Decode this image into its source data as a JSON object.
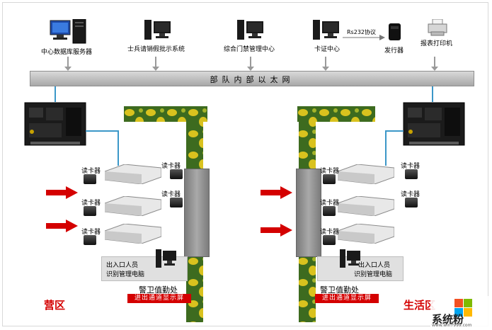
{
  "network": {
    "bus_label": "部队内部以太网"
  },
  "top_nodes": {
    "db_server": "中心数据库服务器",
    "leave_system": "士兵请销假批示系统",
    "access_center": "综合门禁管理中心",
    "card_center": "卡证中心",
    "issuer": "发行器",
    "rs232": "Rs232协议",
    "printer": "报表打印机"
  },
  "left_site": {
    "reader_labels": [
      "读卡器",
      "读卡器",
      "读卡器",
      "读卡器",
      "读卡器"
    ],
    "pc_label_line1": "出入口人员",
    "pc_label_line2": "识别管理电脑",
    "duty_label": "警卫值勤处",
    "sign_label": "进出通道显示屏",
    "zone_label": "营区"
  },
  "right_site": {
    "reader_labels": [
      "读卡器",
      "读卡器",
      "读卡器",
      "读卡器",
      "读卡器"
    ],
    "pc_label_line1": "出入口人员",
    "pc_label_line2": "识别管理电脑",
    "duty_label": "警卫值勤处",
    "sign_label": "进出通道显示屏",
    "zone_label": "生活区"
  },
  "watermark": {
    "brand": "系统粉",
    "url": "www.win7999.com"
  },
  "colors": {
    "bus": "#b5b5b5",
    "connector": "#3b97c8",
    "arrow": "#d40000",
    "camo_green": "#3d6b1f",
    "camo_yellow": "#d9c21e"
  }
}
